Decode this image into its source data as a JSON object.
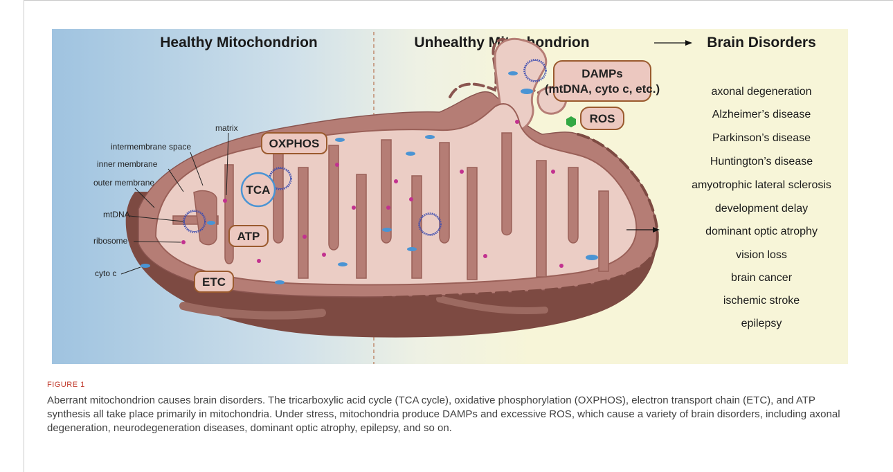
{
  "headers": {
    "healthy": "Healthy Mitochondrion",
    "unhealthy": "Unhealthy Mitochondrion",
    "disorders": "Brain Disorders"
  },
  "structure_labels": {
    "matrix": "matrix",
    "intermembrane_space": "intermembrane space",
    "inner_membrane": "inner membrane",
    "outer_membrane": "outer membrane",
    "mtdna": "mtDNA",
    "ribosome": "ribosome",
    "cyto_c": "cyto c"
  },
  "process_boxes": {
    "oxphos": "OXPHOS",
    "tca": "TCA",
    "atp": "ATP",
    "etc": "ETC"
  },
  "damps": {
    "line1": "DAMPs",
    "line2": "(mtDNA, cyto c, etc.)"
  },
  "ros": "ROS",
  "disorders": [
    "axonal degeneration",
    "Alzheimer’s disease",
    "Parkinson’s disease",
    "Huntington’s disease",
    "amyotrophic lateral sclerosis",
    "development delay",
    "dominant optic atrophy",
    "vision loss",
    "brain cancer",
    "ischemic stroke",
    "epilepsy"
  ],
  "caption": {
    "label": "FIGURE 1",
    "text": "Aberrant mitochondrion causes brain disorders. The tricarboxylic acid cycle (TCA cycle), oxidative phosphorylation (OXPHOS), electron transport chain (ETC), and ATP synthesis all take place primarily in mitochondria. Under stress, mitochondria produce DAMPs and excessive ROS, which cause a variety of brain disorders, including axonal degeneration, neurodegeneration diseases, dominant optic atrophy, epilepsy, and so on."
  },
  "colors": {
    "healthy_bg": "#9fc3e0",
    "unhealthy_bg": "#f7f5d8",
    "membrane": "#a8706a",
    "matrix_fill": "#ebcdc5",
    "box_fill": "#ecc8c0",
    "box_border": "#9a5a2e",
    "ribosome": "#c2318f",
    "cyto_c": "#4a94d4",
    "mtdna": "#3a4bb0",
    "ros": "#33a844",
    "caption_label": "#c0392b"
  }
}
